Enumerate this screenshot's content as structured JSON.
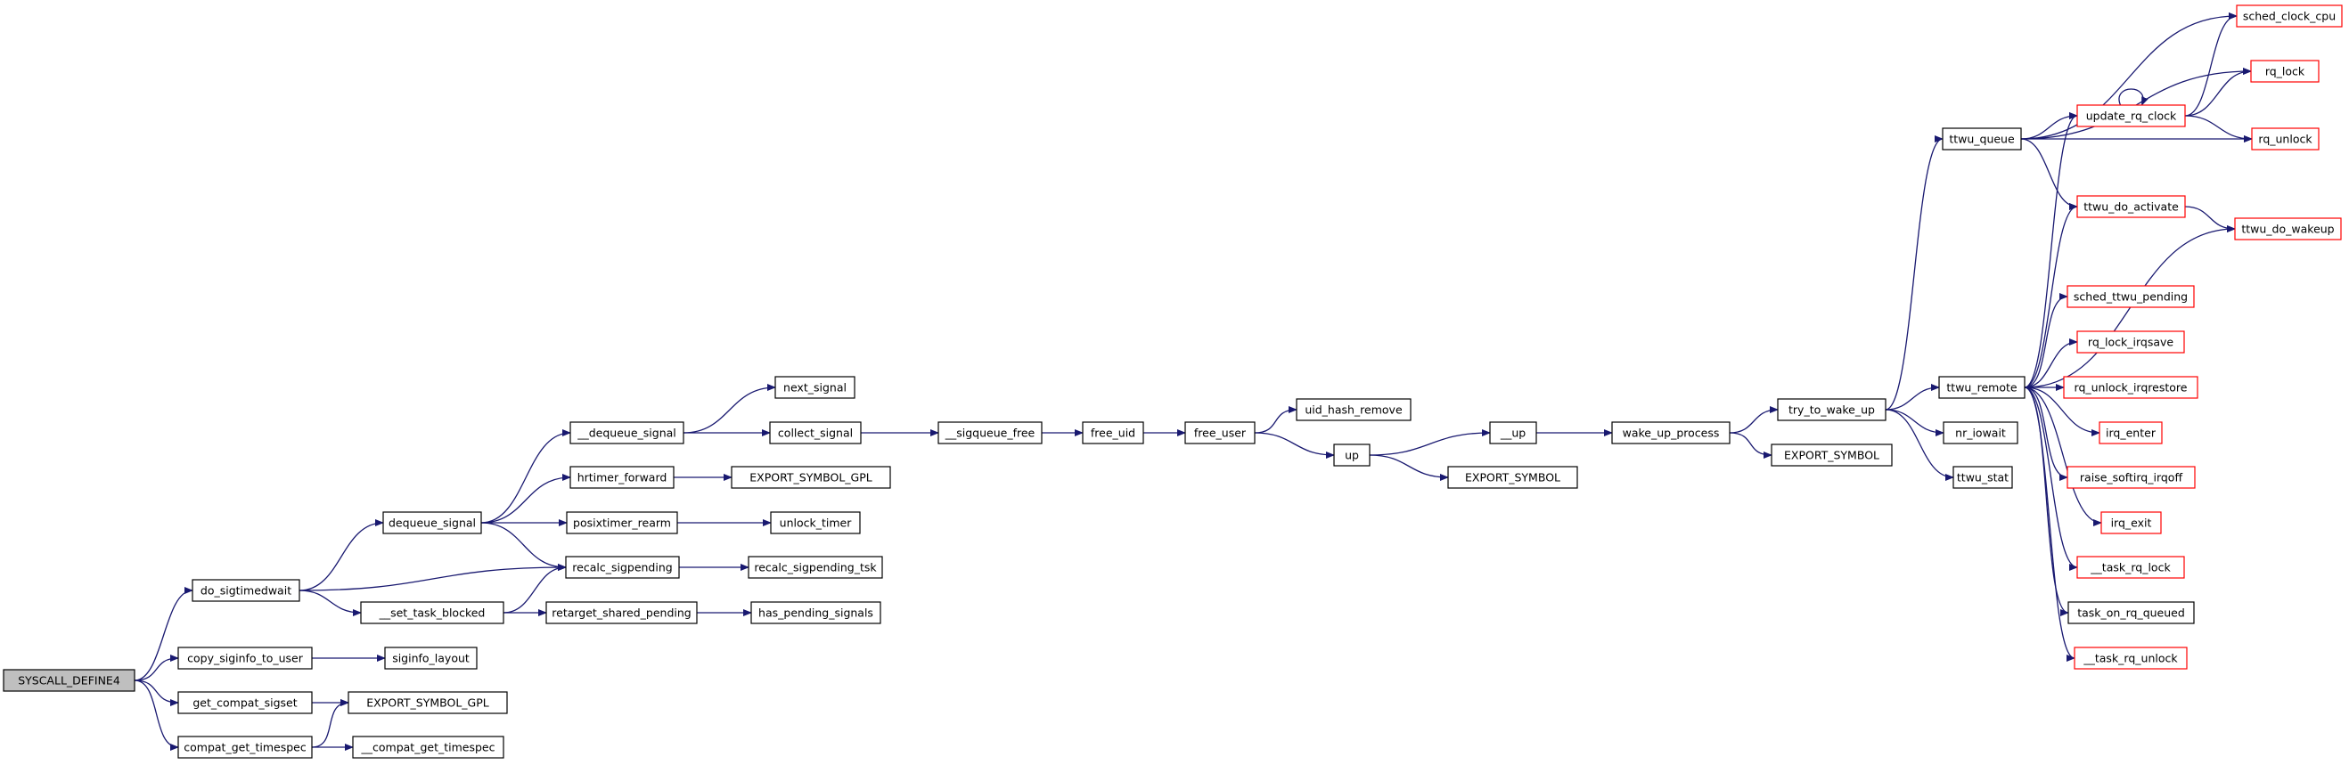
{
  "colors": {
    "edge": "#191970",
    "node_border": "#000000",
    "node_fill": "#ffffff",
    "root_fill": "#bfbfbf",
    "truncated_border": "#ff0000",
    "background": "#ffffff"
  },
  "graph": {
    "nodes": [
      {
        "id": "SYSCALL_DEFINE4",
        "label": "SYSCALL_DEFINE4",
        "kind": "root"
      },
      {
        "id": "do_sigtimedwait",
        "label": "do_sigtimedwait",
        "kind": "normal"
      },
      {
        "id": "copy_siginfo_to_user",
        "label": "copy_siginfo_to_user",
        "kind": "normal"
      },
      {
        "id": "get_compat_sigset",
        "label": "get_compat_sigset",
        "kind": "normal"
      },
      {
        "id": "compat_get_timespec",
        "label": "compat_get_timespec",
        "kind": "normal"
      },
      {
        "id": "dequeue_signal",
        "label": "dequeue_signal",
        "kind": "normal"
      },
      {
        "id": "__set_task_blocked",
        "label": "__set_task_blocked",
        "kind": "normal"
      },
      {
        "id": "siginfo_layout",
        "label": "siginfo_layout",
        "kind": "normal"
      },
      {
        "id": "EXPORT_SYMBOL_GPL_1",
        "label": "EXPORT_SYMBOL_GPL",
        "kind": "normal"
      },
      {
        "id": "__compat_get_timespec",
        "label": "__compat_get_timespec",
        "kind": "normal"
      },
      {
        "id": "__dequeue_signal",
        "label": "__dequeue_signal",
        "kind": "normal"
      },
      {
        "id": "hrtimer_forward",
        "label": "hrtimer_forward",
        "kind": "normal"
      },
      {
        "id": "posixtimer_rearm",
        "label": "posixtimer_rearm",
        "kind": "normal"
      },
      {
        "id": "recalc_sigpending",
        "label": "recalc_sigpending",
        "kind": "normal"
      },
      {
        "id": "retarget_shared_pending",
        "label": "retarget_shared_pending",
        "kind": "normal"
      },
      {
        "id": "next_signal",
        "label": "next_signal",
        "kind": "normal"
      },
      {
        "id": "collect_signal",
        "label": "collect_signal",
        "kind": "normal"
      },
      {
        "id": "EXPORT_SYMBOL_GPL_2",
        "label": "EXPORT_SYMBOL_GPL",
        "kind": "normal"
      },
      {
        "id": "unlock_timer",
        "label": "unlock_timer",
        "kind": "normal"
      },
      {
        "id": "recalc_sigpending_tsk",
        "label": "recalc_sigpending_tsk",
        "kind": "normal"
      },
      {
        "id": "has_pending_signals",
        "label": "has_pending_signals",
        "kind": "normal"
      },
      {
        "id": "__sigqueue_free",
        "label": "__sigqueue_free",
        "kind": "normal"
      },
      {
        "id": "free_uid",
        "label": "free_uid",
        "kind": "normal"
      },
      {
        "id": "free_user",
        "label": "free_user",
        "kind": "normal"
      },
      {
        "id": "uid_hash_remove",
        "label": "uid_hash_remove",
        "kind": "normal"
      },
      {
        "id": "up",
        "label": "up",
        "kind": "normal"
      },
      {
        "id": "__up",
        "label": "__up",
        "kind": "normal"
      },
      {
        "id": "EXPORT_SYMBOL_1",
        "label": "EXPORT_SYMBOL",
        "kind": "normal"
      },
      {
        "id": "wake_up_process",
        "label": "wake_up_process",
        "kind": "normal"
      },
      {
        "id": "try_to_wake_up",
        "label": "try_to_wake_up",
        "kind": "normal"
      },
      {
        "id": "EXPORT_SYMBOL_2",
        "label": "EXPORT_SYMBOL",
        "kind": "normal"
      },
      {
        "id": "ttwu_queue",
        "label": "ttwu_queue",
        "kind": "normal"
      },
      {
        "id": "ttwu_remote",
        "label": "ttwu_remote",
        "kind": "normal"
      },
      {
        "id": "nr_iowait",
        "label": "nr_iowait",
        "kind": "normal"
      },
      {
        "id": "ttwu_stat",
        "label": "ttwu_stat",
        "kind": "normal"
      },
      {
        "id": "sched_clock_cpu",
        "label": "sched_clock_cpu",
        "kind": "truncated"
      },
      {
        "id": "rq_lock",
        "label": "rq_lock",
        "kind": "truncated"
      },
      {
        "id": "update_rq_clock",
        "label": "update_rq_clock",
        "kind": "truncated"
      },
      {
        "id": "rq_unlock",
        "label": "rq_unlock",
        "kind": "truncated"
      },
      {
        "id": "ttwu_do_activate",
        "label": "ttwu_do_activate",
        "kind": "truncated"
      },
      {
        "id": "ttwu_do_wakeup",
        "label": "ttwu_do_wakeup",
        "kind": "truncated"
      },
      {
        "id": "sched_ttwu_pending",
        "label": "sched_ttwu_pending",
        "kind": "truncated"
      },
      {
        "id": "rq_lock_irqsave",
        "label": "rq_lock_irqsave",
        "kind": "truncated"
      },
      {
        "id": "rq_unlock_irqrestore",
        "label": "rq_unlock_irqrestore",
        "kind": "truncated"
      },
      {
        "id": "irq_enter",
        "label": "irq_enter",
        "kind": "truncated"
      },
      {
        "id": "raise_softirq_irqoff",
        "label": "raise_softirq_irqoff",
        "kind": "truncated"
      },
      {
        "id": "irq_exit",
        "label": "irq_exit",
        "kind": "truncated"
      },
      {
        "id": "__task_rq_lock",
        "label": "__task_rq_lock",
        "kind": "truncated"
      },
      {
        "id": "task_on_rq_queued",
        "label": "task_on_rq_queued",
        "kind": "normal"
      },
      {
        "id": "__task_rq_unlock",
        "label": "__task_rq_unlock",
        "kind": "truncated"
      }
    ],
    "edges": [
      [
        "SYSCALL_DEFINE4",
        "do_sigtimedwait"
      ],
      [
        "SYSCALL_DEFINE4",
        "copy_siginfo_to_user"
      ],
      [
        "SYSCALL_DEFINE4",
        "get_compat_sigset"
      ],
      [
        "SYSCALL_DEFINE4",
        "compat_get_timespec"
      ],
      [
        "do_sigtimedwait",
        "dequeue_signal"
      ],
      [
        "do_sigtimedwait",
        "recalc_sigpending"
      ],
      [
        "do_sigtimedwait",
        "__set_task_blocked"
      ],
      [
        "copy_siginfo_to_user",
        "siginfo_layout"
      ],
      [
        "get_compat_sigset",
        "EXPORT_SYMBOL_GPL_1"
      ],
      [
        "compat_get_timespec",
        "EXPORT_SYMBOL_GPL_1"
      ],
      [
        "compat_get_timespec",
        "__compat_get_timespec"
      ],
      [
        "dequeue_signal",
        "__dequeue_signal"
      ],
      [
        "dequeue_signal",
        "hrtimer_forward"
      ],
      [
        "dequeue_signal",
        "posixtimer_rearm"
      ],
      [
        "dequeue_signal",
        "recalc_sigpending"
      ],
      [
        "__set_task_blocked",
        "recalc_sigpending"
      ],
      [
        "__set_task_blocked",
        "retarget_shared_pending"
      ],
      [
        "__dequeue_signal",
        "next_signal"
      ],
      [
        "__dequeue_signal",
        "collect_signal"
      ],
      [
        "hrtimer_forward",
        "EXPORT_SYMBOL_GPL_2"
      ],
      [
        "posixtimer_rearm",
        "unlock_timer"
      ],
      [
        "recalc_sigpending",
        "recalc_sigpending_tsk"
      ],
      [
        "retarget_shared_pending",
        "has_pending_signals"
      ],
      [
        "collect_signal",
        "__sigqueue_free"
      ],
      [
        "__sigqueue_free",
        "free_uid"
      ],
      [
        "free_uid",
        "free_user"
      ],
      [
        "free_user",
        "uid_hash_remove"
      ],
      [
        "free_user",
        "up"
      ],
      [
        "up",
        "__up"
      ],
      [
        "up",
        "EXPORT_SYMBOL_1"
      ],
      [
        "__up",
        "wake_up_process"
      ],
      [
        "wake_up_process",
        "try_to_wake_up"
      ],
      [
        "wake_up_process",
        "EXPORT_SYMBOL_2"
      ],
      [
        "try_to_wake_up",
        "ttwu_queue"
      ],
      [
        "try_to_wake_up",
        "ttwu_remote"
      ],
      [
        "try_to_wake_up",
        "nr_iowait"
      ],
      [
        "try_to_wake_up",
        "ttwu_stat"
      ],
      [
        "ttwu_queue",
        "sched_clock_cpu"
      ],
      [
        "ttwu_queue",
        "rq_lock"
      ],
      [
        "ttwu_queue",
        "update_rq_clock"
      ],
      [
        "ttwu_queue",
        "rq_unlock"
      ],
      [
        "ttwu_queue",
        "ttwu_do_activate"
      ],
      [
        "update_rq_clock",
        "sched_clock_cpu"
      ],
      [
        "update_rq_clock",
        "rq_lock"
      ],
      [
        "update_rq_clock",
        "rq_unlock"
      ],
      [
        "update_rq_clock",
        "update_rq_clock"
      ],
      [
        "ttwu_do_activate",
        "ttwu_do_wakeup"
      ],
      [
        "ttwu_remote",
        "update_rq_clock"
      ],
      [
        "ttwu_remote",
        "ttwu_do_activate"
      ],
      [
        "ttwu_remote",
        "ttwu_do_wakeup"
      ],
      [
        "ttwu_remote",
        "sched_ttwu_pending"
      ],
      [
        "ttwu_remote",
        "rq_lock_irqsave"
      ],
      [
        "ttwu_remote",
        "rq_unlock_irqrestore"
      ],
      [
        "ttwu_remote",
        "irq_enter"
      ],
      [
        "ttwu_remote",
        "raise_softirq_irqoff"
      ],
      [
        "ttwu_remote",
        "irq_exit"
      ],
      [
        "ttwu_remote",
        "__task_rq_lock"
      ],
      [
        "ttwu_remote",
        "task_on_rq_queued"
      ],
      [
        "ttwu_remote",
        "__task_rq_unlock"
      ]
    ]
  }
}
